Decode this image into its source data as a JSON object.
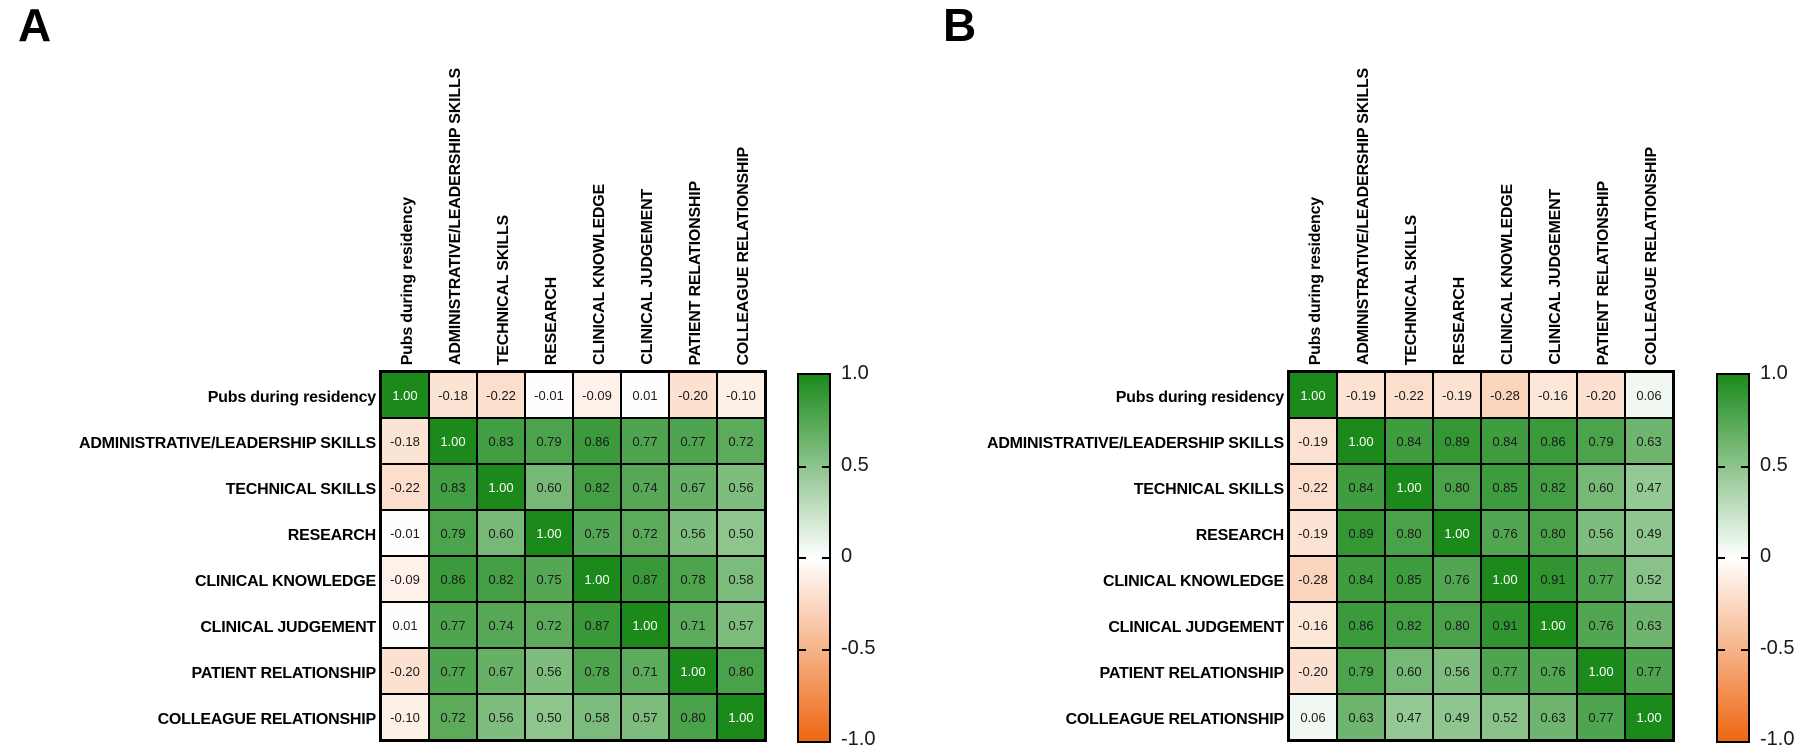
{
  "figure": {
    "panel_a_label": "A",
    "panel_b_label": "B"
  },
  "colorbar": {
    "tick_labels": [
      "1.0",
      "0.5",
      "0",
      "-0.5",
      "-1.0"
    ],
    "max_color": "#1b8a1b",
    "mid_color": "#ffffff",
    "min_color": "#ee6713"
  },
  "chart_data": [
    {
      "type": "heatmap",
      "panel": "A",
      "categories": [
        "Pubs during residency",
        "ADMINISTRATIVE/LEADERSHIP SKILLS",
        "TECHNICAL SKILLS",
        "RESEARCH",
        "CLINICAL KNOWLEDGE",
        "CLINICAL JUDGEMENT",
        "PATIENT RELATIONSHIP",
        "COLLEAGUE RELATIONSHIP"
      ],
      "matrix": [
        [
          1.0,
          -0.18,
          -0.22,
          -0.01,
          -0.09,
          0.01,
          -0.2,
          -0.1
        ],
        [
          -0.18,
          1.0,
          0.83,
          0.79,
          0.86,
          0.77,
          0.77,
          0.72
        ],
        [
          -0.22,
          0.83,
          1.0,
          0.6,
          0.82,
          0.74,
          0.67,
          0.56
        ],
        [
          -0.01,
          0.79,
          0.6,
          1.0,
          0.75,
          0.72,
          0.56,
          0.5
        ],
        [
          -0.09,
          0.86,
          0.82,
          0.75,
          1.0,
          0.87,
          0.78,
          0.58
        ],
        [
          0.01,
          0.77,
          0.74,
          0.72,
          0.87,
          1.0,
          0.71,
          0.57
        ],
        [
          -0.2,
          0.77,
          0.67,
          0.56,
          0.78,
          0.71,
          1.0,
          0.8
        ],
        [
          -0.1,
          0.72,
          0.56,
          0.5,
          0.58,
          0.57,
          0.8,
          1.0
        ]
      ],
      "value_range": [
        -1,
        1
      ],
      "colormap": "green-white-orange",
      "legend_position": "right"
    },
    {
      "type": "heatmap",
      "panel": "B",
      "categories": [
        "Pubs during residency",
        "ADMINISTRATIVE/LEADERSHIP SKILLS",
        "TECHNICAL SKILLS",
        "RESEARCH",
        "CLINICAL KNOWLEDGE",
        "CLINICAL JUDGEMENT",
        "PATIENT RELATIONSHIP",
        "COLLEAGUE RELATIONSHIP"
      ],
      "matrix": [
        [
          1.0,
          -0.19,
          -0.22,
          -0.19,
          -0.28,
          -0.16,
          -0.2,
          0.06
        ],
        [
          -0.19,
          1.0,
          0.84,
          0.89,
          0.84,
          0.86,
          0.79,
          0.63
        ],
        [
          -0.22,
          0.84,
          1.0,
          0.8,
          0.85,
          0.82,
          0.6,
          0.47
        ],
        [
          -0.19,
          0.89,
          0.8,
          1.0,
          0.76,
          0.8,
          0.56,
          0.49
        ],
        [
          -0.28,
          0.84,
          0.85,
          0.76,
          1.0,
          0.91,
          0.77,
          0.52
        ],
        [
          -0.16,
          0.86,
          0.82,
          0.8,
          0.91,
          1.0,
          0.76,
          0.63
        ],
        [
          -0.2,
          0.79,
          0.6,
          0.56,
          0.77,
          0.76,
          1.0,
          0.77
        ],
        [
          0.06,
          0.63,
          0.47,
          0.49,
          0.52,
          0.63,
          0.77,
          1.0
        ]
      ],
      "value_range": [
        -1,
        1
      ],
      "colormap": "green-white-orange",
      "legend_position": "right"
    }
  ]
}
